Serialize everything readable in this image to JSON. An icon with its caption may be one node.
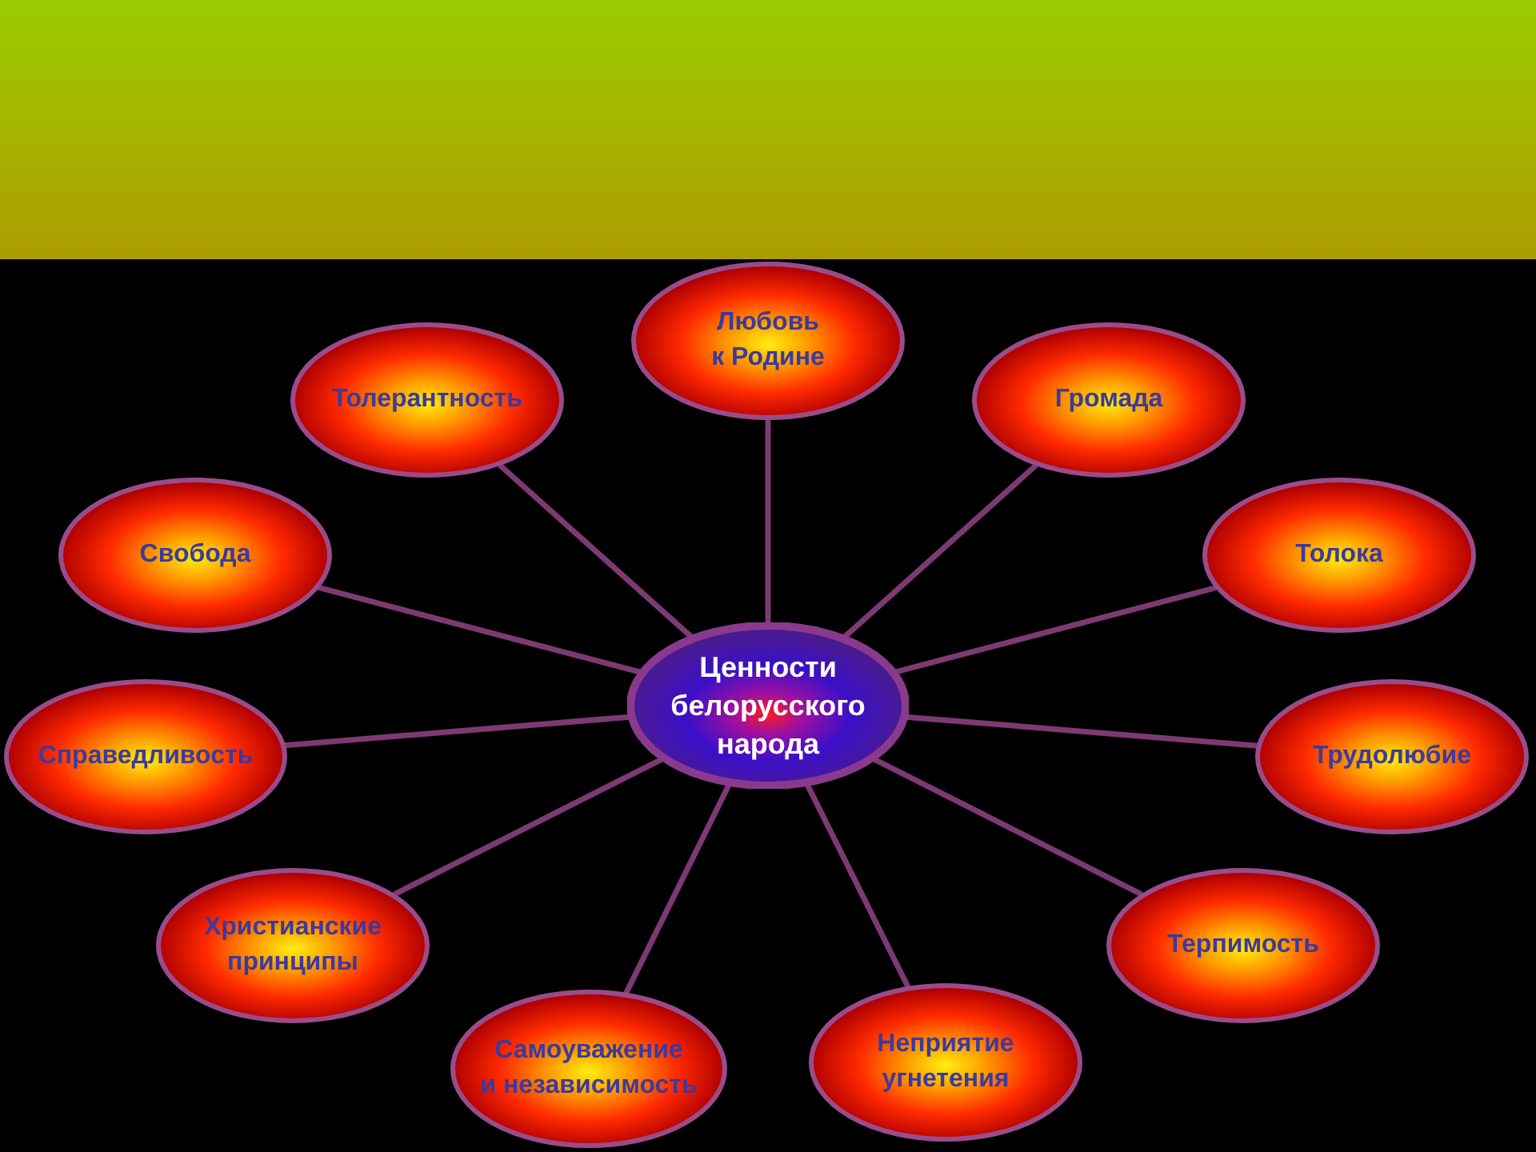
{
  "diagram": {
    "nodes": [
      {
        "text": [
          "Ценности белорусского народа"
        ]
      },
      {
        "text": [
          "Любовь к Родине"
        ]
      },
      {
        "text": [
          "Толерантность"
        ]
      },
      {
        "text": [
          "Громада"
        ]
      },
      {
        "text": [
          "Свобода"
        ]
      },
      {
        "text": [
          "Толока"
        ]
      },
      {
        "text": [
          "Справедливость"
        ]
      },
      {
        "text": [
          "Трудолюбие"
        ]
      },
      {
        "text": [
          "Христианские принципы"
        ]
      },
      {
        "text": [
          "Терпимость"
        ]
      },
      {
        "text": [
          "Самоуважение и независимость"
        ]
      },
      {
        "text": [
          "Неприятие угнетения"
        ]
      }
    ],
    "edges": [
      {
        "from": 0,
        "to": 1,
        "arrow": "none"
      },
      {
        "from": 0,
        "to": 2,
        "arrow": "none"
      },
      {
        "from": 0,
        "to": 3,
        "arrow": "none"
      },
      {
        "from": 0,
        "to": 4,
        "arrow": "none"
      },
      {
        "from": 0,
        "to": 5,
        "arrow": "none"
      },
      {
        "from": 0,
        "to": 6,
        "arrow": "none"
      },
      {
        "from": 0,
        "to": 7,
        "arrow": "none"
      },
      {
        "from": 0,
        "to": 8,
        "arrow": "none"
      },
      {
        "from": 0,
        "to": 9,
        "arrow": "none"
      },
      {
        "from": 0,
        "to": 10,
        "arrow": "none"
      },
      {
        "from": 0,
        "to": 11,
        "arrow": "none"
      }
    ]
  }
}
